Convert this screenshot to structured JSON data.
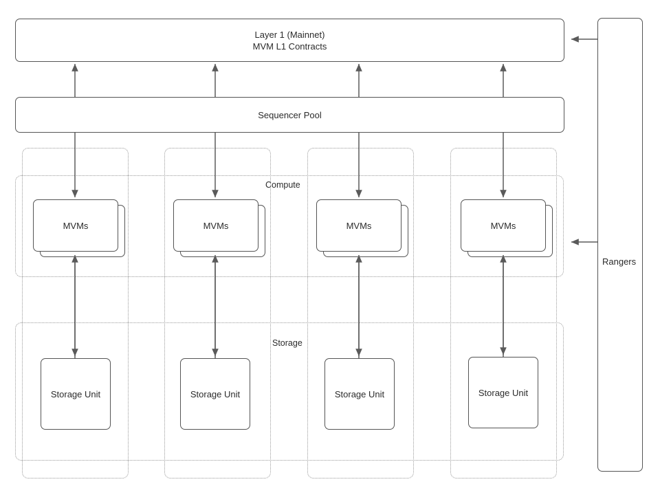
{
  "diagram": {
    "title_block": {
      "line1": "Layer 1 (Mainnet)",
      "line2": "MVM L1 Contracts"
    },
    "sequencer": {
      "label": "Sequencer Pool"
    },
    "rangers": {
      "label": "Rangers"
    },
    "bands": [
      {
        "id": "compute",
        "label": "Compute"
      },
      {
        "id": "storage",
        "label": "Storage"
      }
    ],
    "columns": [
      {
        "index": 1,
        "compute_label": "MVMs",
        "storage_label": "Storage Unit"
      },
      {
        "index": 2,
        "compute_label": "MVMs",
        "storage_label": "Storage Unit"
      },
      {
        "index": 3,
        "compute_label": "MVMs",
        "storage_label": "Storage Unit"
      },
      {
        "index": 4,
        "compute_label": "MVMs",
        "storage_label": "Storage Unit"
      }
    ],
    "colors": {
      "node_stroke": "#545454",
      "dotted_stroke": "#9a9a9a",
      "edge_stroke": "#5a5a5a",
      "text": "#2b2b2b",
      "background": "#ffffff"
    }
  }
}
